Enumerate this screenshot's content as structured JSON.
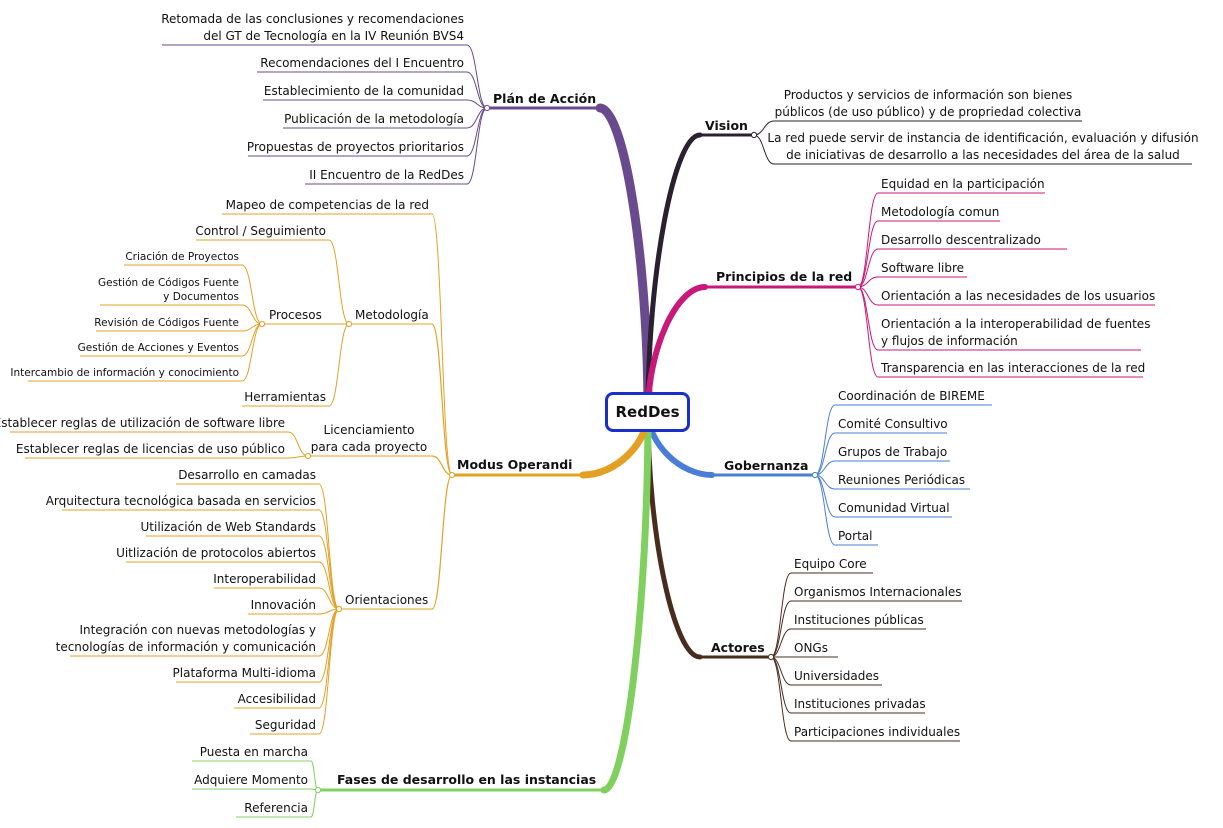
{
  "central_topic": "RedDes",
  "colors": {
    "plan": "#6a4a8e",
    "vision": "#2a2030",
    "principios": "#c8187a",
    "gobernanza": "#4a7ed6",
    "actores": "#4a2c1e",
    "fases": "#80d060",
    "modus": "#e4a024",
    "center_border": "#1a2fc8"
  },
  "branches": {
    "plan": {
      "label": "Plán de Acción",
      "items": [
        [
          "Retomada de las conclusiones y recomendaciones",
          "del GT de Tecnología en la IV Reunión BVS4"
        ],
        "Recomendaciones del I Encuentro",
        "Establecimiento de la comunidad",
        "Publicación de la metodología",
        "Propuestas de proyectos prioritarios",
        "II Encuentro de la RedDes"
      ]
    },
    "vision": {
      "label": "Vision",
      "items": [
        [
          "Productos y servicios de información son bienes",
          "públicos (de uso público) y de propriedad colectiva"
        ],
        [
          "La red puede servir de instancia de identificación, evaluación y difusión",
          "de iniciativas de desarrollo a las necesidades del área de la salud"
        ]
      ]
    },
    "principios": {
      "label": "Principios de la red",
      "items": [
        "Equidad en la participación",
        "Metodología comun",
        "Desarrollo descentralizado",
        "Software libre",
        "Orientación a las necesidades de los usuarios",
        [
          "Orientación a la interoperabilidad de fuentes",
          "y flujos de información"
        ],
        "Transparencia en las interacciones de la red"
      ]
    },
    "gobernanza": {
      "label": "Gobernanza",
      "items": [
        "Coordinación de BIREME",
        "Comité Consultivo",
        "Grupos de Trabajo",
        "Reuniones Periódicas",
        "Comunidad Virtual",
        "Portal"
      ]
    },
    "actores": {
      "label": "Actores",
      "items": [
        "Equipo Core",
        "Organismos Internacionales",
        "Instituciones públicas",
        "ONGs",
        "Universidades",
        "Instituciones privadas",
        "Participaciones individuales"
      ]
    },
    "fases": {
      "label": "Fases de desarrollo en las instancias",
      "items": [
        "Puesta en marcha",
        "Adquiere Momento",
        "Referencia"
      ]
    },
    "modus": {
      "label": "Modus Operandi",
      "mapeo": "Mapeo de competencias de la red",
      "metodologia": {
        "label": "Metodología",
        "control": "Control / Seguimiento",
        "herramientas": "Herramientas",
        "procesos": {
          "label": "Procesos",
          "items": [
            "Criación de Proyectos",
            [
              "Gestión de Códigos Fuente",
              "y Documentos"
            ],
            "Revisión de Códigos Fuente",
            "Gestión de Acciones y Eventos",
            "Intercambio de información y conocimiento"
          ]
        }
      },
      "licenciamiento": {
        "label": [
          "Licenciamiento",
          "para cada proyecto"
        ],
        "items": [
          "Establecer reglas de utilización de software libre",
          "Establecer reglas de licencias de uso público"
        ]
      },
      "orientaciones": {
        "label": "Orientaciones",
        "items": [
          "Desarrollo en camadas",
          "Arquitectura tecnológica basada en servicios",
          "Utilización de Web Standards",
          "Uitlización de protocolos abiertos",
          "Interoperabilidad",
          "Innovación",
          [
            "Integración con nuevas metodologías y",
            "tecnologías de información y comunicación"
          ],
          "Plataforma Multi-idioma",
          "Accesibilidad",
          "Seguridad"
        ]
      }
    }
  }
}
